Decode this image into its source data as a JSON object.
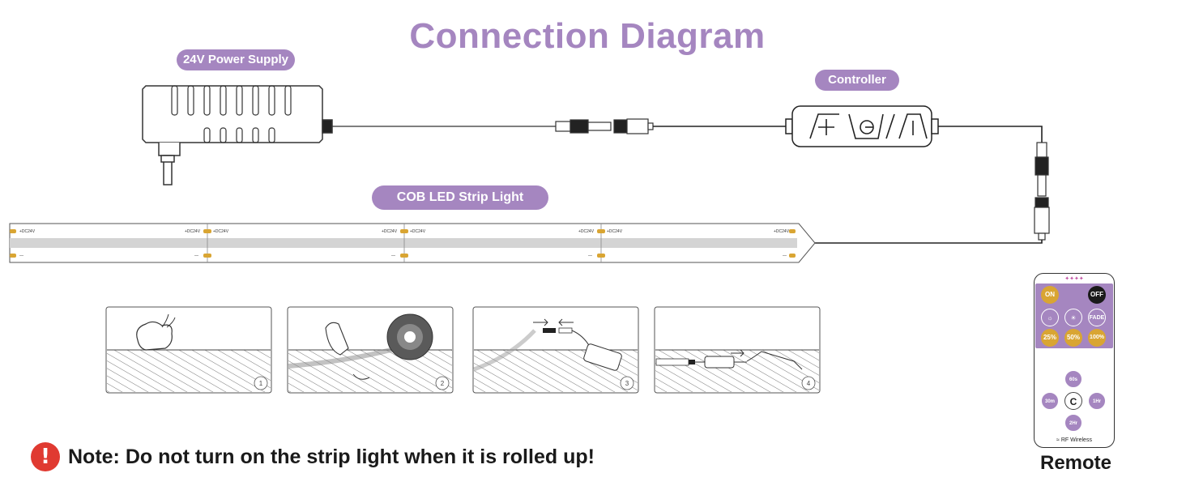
{
  "title": "Connection Diagram",
  "labels": {
    "power_supply": "24V Power Supply",
    "controller": "Controller",
    "strip": "COB LED Strip Light",
    "remote": "Remote"
  },
  "strip": {
    "positive_label": "+DC24V",
    "negative_label": "—"
  },
  "steps": [
    "1",
    "2",
    "3",
    "4"
  ],
  "note": {
    "icon": "!",
    "text": "Note: Do not turn on the strip light when it is rolled up!"
  },
  "remote_buttons": {
    "on": "ON",
    "off": "OFF",
    "fade": "FADE",
    "p25": "25%",
    "p50": "50%",
    "p100": "100%",
    "center": "C",
    "top_timer": "60s",
    "left_timer": "30m",
    "right_timer": "1Hr",
    "bottom_timer": "2Hr",
    "rf": "RF Wireless"
  },
  "colors": {
    "accent": "#a586c0",
    "gold": "#d9a533",
    "warning": "#e03a31"
  }
}
